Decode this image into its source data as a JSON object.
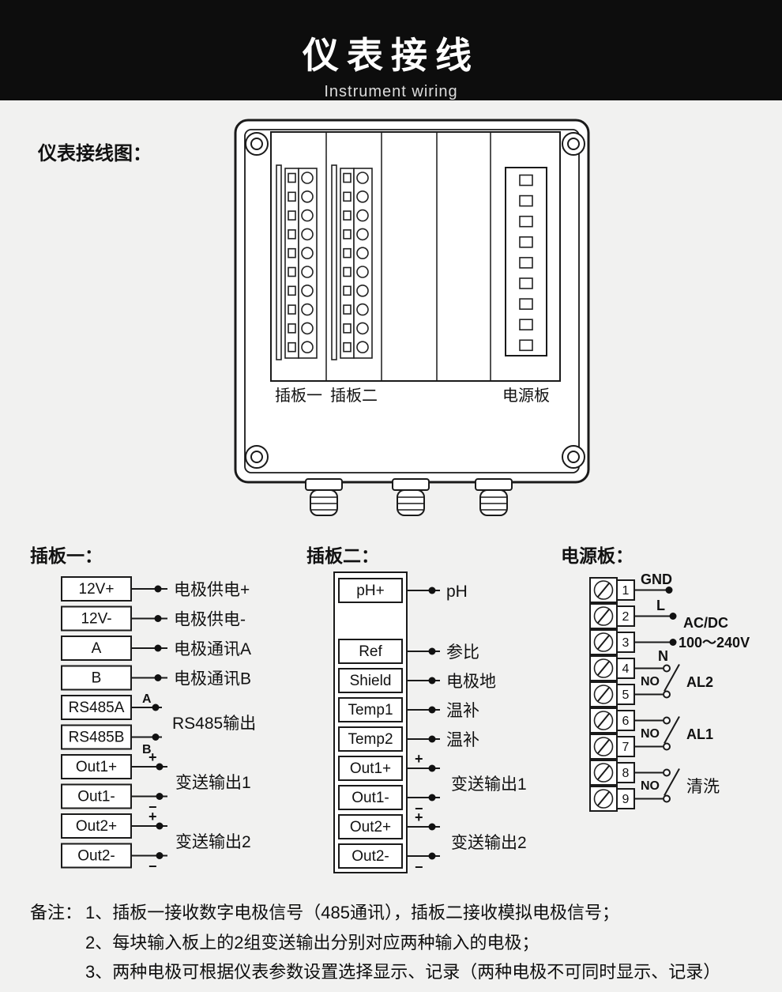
{
  "header": {
    "title": "仪表接线",
    "subtitle": "Instrument wiring"
  },
  "diagram": {
    "caption": "仪表接线图：",
    "board1_label": "插板一",
    "board2_label": "插板二",
    "power_label": "电源板"
  },
  "symbols": {
    "plus": "+",
    "minus": "−"
  },
  "board1": {
    "title": "插板一：",
    "terminals": [
      "12V+",
      "12V-",
      "A",
      "B",
      "RS485A",
      "RS485B",
      "Out1+",
      "Out1-",
      "Out2+",
      "Out2-"
    ],
    "wire_labels": [
      "电极供电+",
      "电极供电-",
      "电极通讯A",
      "电极通讯B"
    ],
    "rs485_a": "A",
    "rs485_b": "B",
    "rs485_label": "RS485输出",
    "out1_label": "变送输出1",
    "out2_label": "变送输出2"
  },
  "board2": {
    "title": "插板二：",
    "terminals": [
      "pH+",
      "Ref",
      "Shield",
      "Temp1",
      "Temp2",
      "Out1+",
      "Out1-",
      "Out2+",
      "Out2-"
    ],
    "wire_labels": [
      "pH",
      "参比",
      "电极地",
      "温补",
      "温补"
    ],
    "out1_label": "变送输出1",
    "out2_label": "变送输出2"
  },
  "power": {
    "title": "电源板：",
    "terminal_numbers": [
      "1",
      "2",
      "3",
      "4",
      "5",
      "6",
      "7",
      "8",
      "9"
    ],
    "gnd_label": "GND",
    "live_label": "L",
    "neutral_label": "N",
    "acdc_line1": "AC/DC",
    "acdc_line2": "100～240V",
    "no_label": "NO",
    "relay_labels": [
      "AL2",
      "AL1",
      "清洗"
    ]
  },
  "notes": {
    "label": "备注：",
    "items": [
      "1、插板一接收数字电极信号（485通讯），插板二接收模拟电极信号；",
      "2、每块输入板上的2组变送输出分别对应两种输入的电极；",
      "3、两种电极可根据仪表参数设置选择显示、记录（两种电极不可同时显示、记录）"
    ]
  }
}
